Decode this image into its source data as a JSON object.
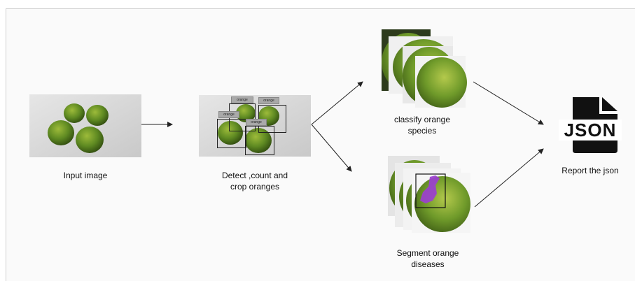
{
  "steps": {
    "input": "Input image",
    "detect_line1": "Detect ,count and",
    "detect_line2": "crop oranges",
    "classify_line1": "classify orange",
    "classify_line2": "species",
    "segment_line1": "Segment orange",
    "segment_line2": "diseases",
    "report": "Report the json"
  },
  "detection_tags": [
    "orange",
    "orange",
    "orange",
    "orange"
  ],
  "json_logo_text": "JSON",
  "colors": {
    "orange_green": "#5f8a22",
    "orange_dark": "#3e5f14",
    "segment_mask": "#9b3fd0",
    "json_icon": "#111111"
  }
}
